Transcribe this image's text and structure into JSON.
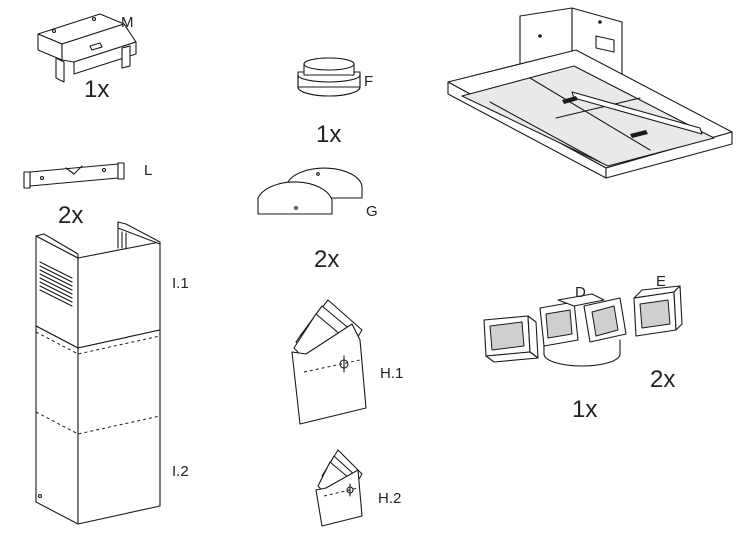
{
  "parts": {
    "M": {
      "letter": "M",
      "qty": "1x"
    },
    "L": {
      "letter": "L",
      "qty": "2x"
    },
    "F": {
      "letter": "F",
      "qty": "1x"
    },
    "G": {
      "letter": "G",
      "qty": "2x"
    },
    "I1": {
      "letter": "I.1"
    },
    "I2": {
      "letter": "I.2"
    },
    "H1": {
      "letter": "H.1"
    },
    "H2": {
      "letter": "H.2"
    },
    "D": {
      "letter": "D",
      "qty": "1x"
    },
    "E": {
      "letter": "E",
      "qty": "2x"
    }
  }
}
